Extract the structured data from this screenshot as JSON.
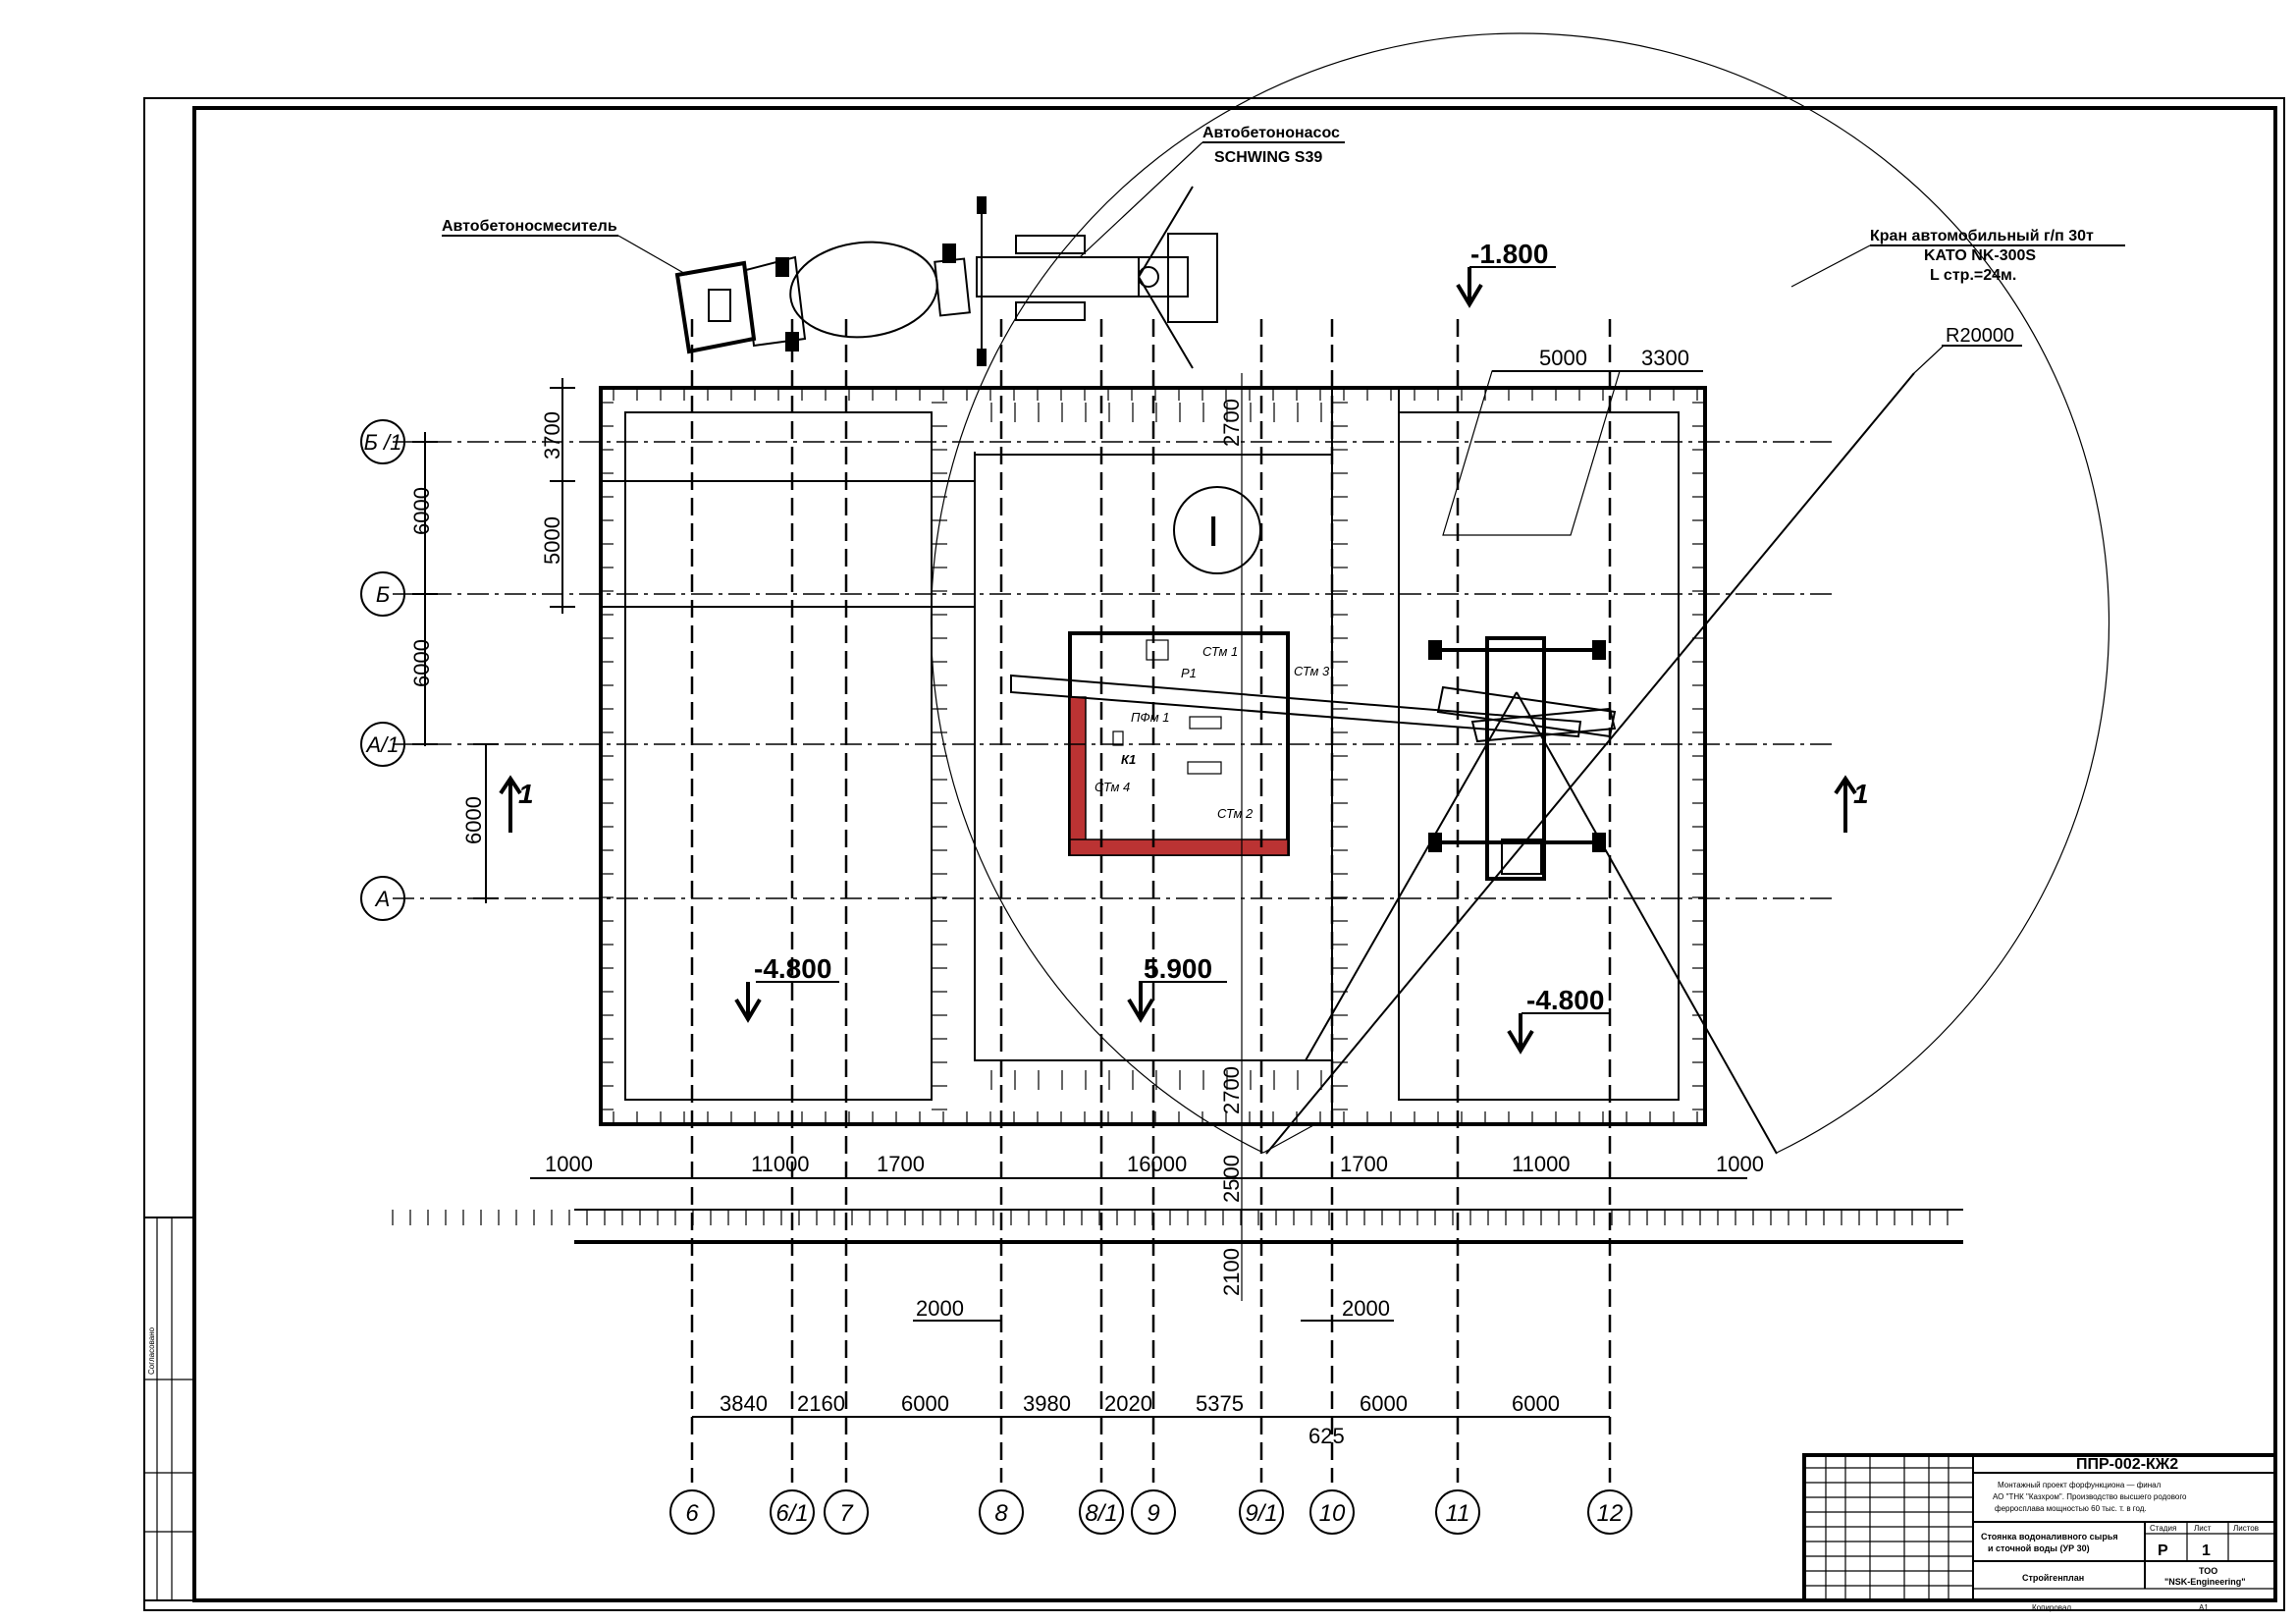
{
  "callouts": {
    "pump_title": "Автобетононасос",
    "pump_model": "SCHWING S39",
    "mixer": "Автобетоносмеситель",
    "crane_title": "Кран автомобильный г/п 30т",
    "crane_model": "KATO NK-300S",
    "crane_boom": "L стр.=24м.",
    "radius": "R20000"
  },
  "elevations": {
    "top": "-1.800",
    "left": "-4.800",
    "center": "5.900",
    "right": "-4.800"
  },
  "section_mark": "1",
  "block_mark": "I",
  "wall_labels": {
    "stm1": "СТм 1",
    "stm2": "СТм 2",
    "stm3": "СТм 3",
    "stm4": "СТм 4",
    "p1": "Р1",
    "pfm1": "ПФм 1",
    "k1": "К1"
  },
  "row_axes": [
    "Б /1",
    "Б",
    "А/1",
    "А"
  ],
  "col_axes": [
    "6",
    "6/1",
    "7",
    "8",
    "8/1",
    "9",
    "9/1",
    "10",
    "11",
    "12"
  ],
  "dims": {
    "row_spacing_left": [
      "6000",
      "6000"
    ],
    "row_spacing_a": "6000",
    "vertical_inner": [
      "3700",
      "5000"
    ],
    "top_right": [
      "5000",
      "3300"
    ],
    "depth_center": [
      "2700",
      "2700"
    ],
    "road": [
      "2500",
      "2100"
    ],
    "bottom_row": [
      "1000",
      "11000",
      "1700",
      "16000",
      "1700",
      "11000",
      "1000"
    ],
    "offsets": [
      "2000",
      "2000"
    ],
    "axis_chain": [
      "3840",
      "2160",
      "6000",
      "3980",
      "2020",
      "5375",
      "6000",
      "6000"
    ],
    "axis_small": "625"
  },
  "title_block": {
    "code": "ППР-002-КЖ2",
    "project_lines": [
      "Монтажный проект форфункциона — финал",
      "АО \"ТНК \"Казхром\". Производство высшего родового",
      "ферросплава мощностью 60 тыс. т. в год."
    ],
    "stage_header": "Стадия",
    "sheet_header": "Лист",
    "sheets_header": "Листов",
    "stage": "Р",
    "sheet": "1",
    "drawing_title": [
      "Стоянка водоналивного сырья",
      "и сточной воды (УР 30)"
    ],
    "drawing_name": "Стройгенплан",
    "company": [
      "ТОО",
      "\"NSK-Engineering\""
    ],
    "format_label": "Копировал",
    "format": "А1",
    "approved": "Согласовано"
  }
}
